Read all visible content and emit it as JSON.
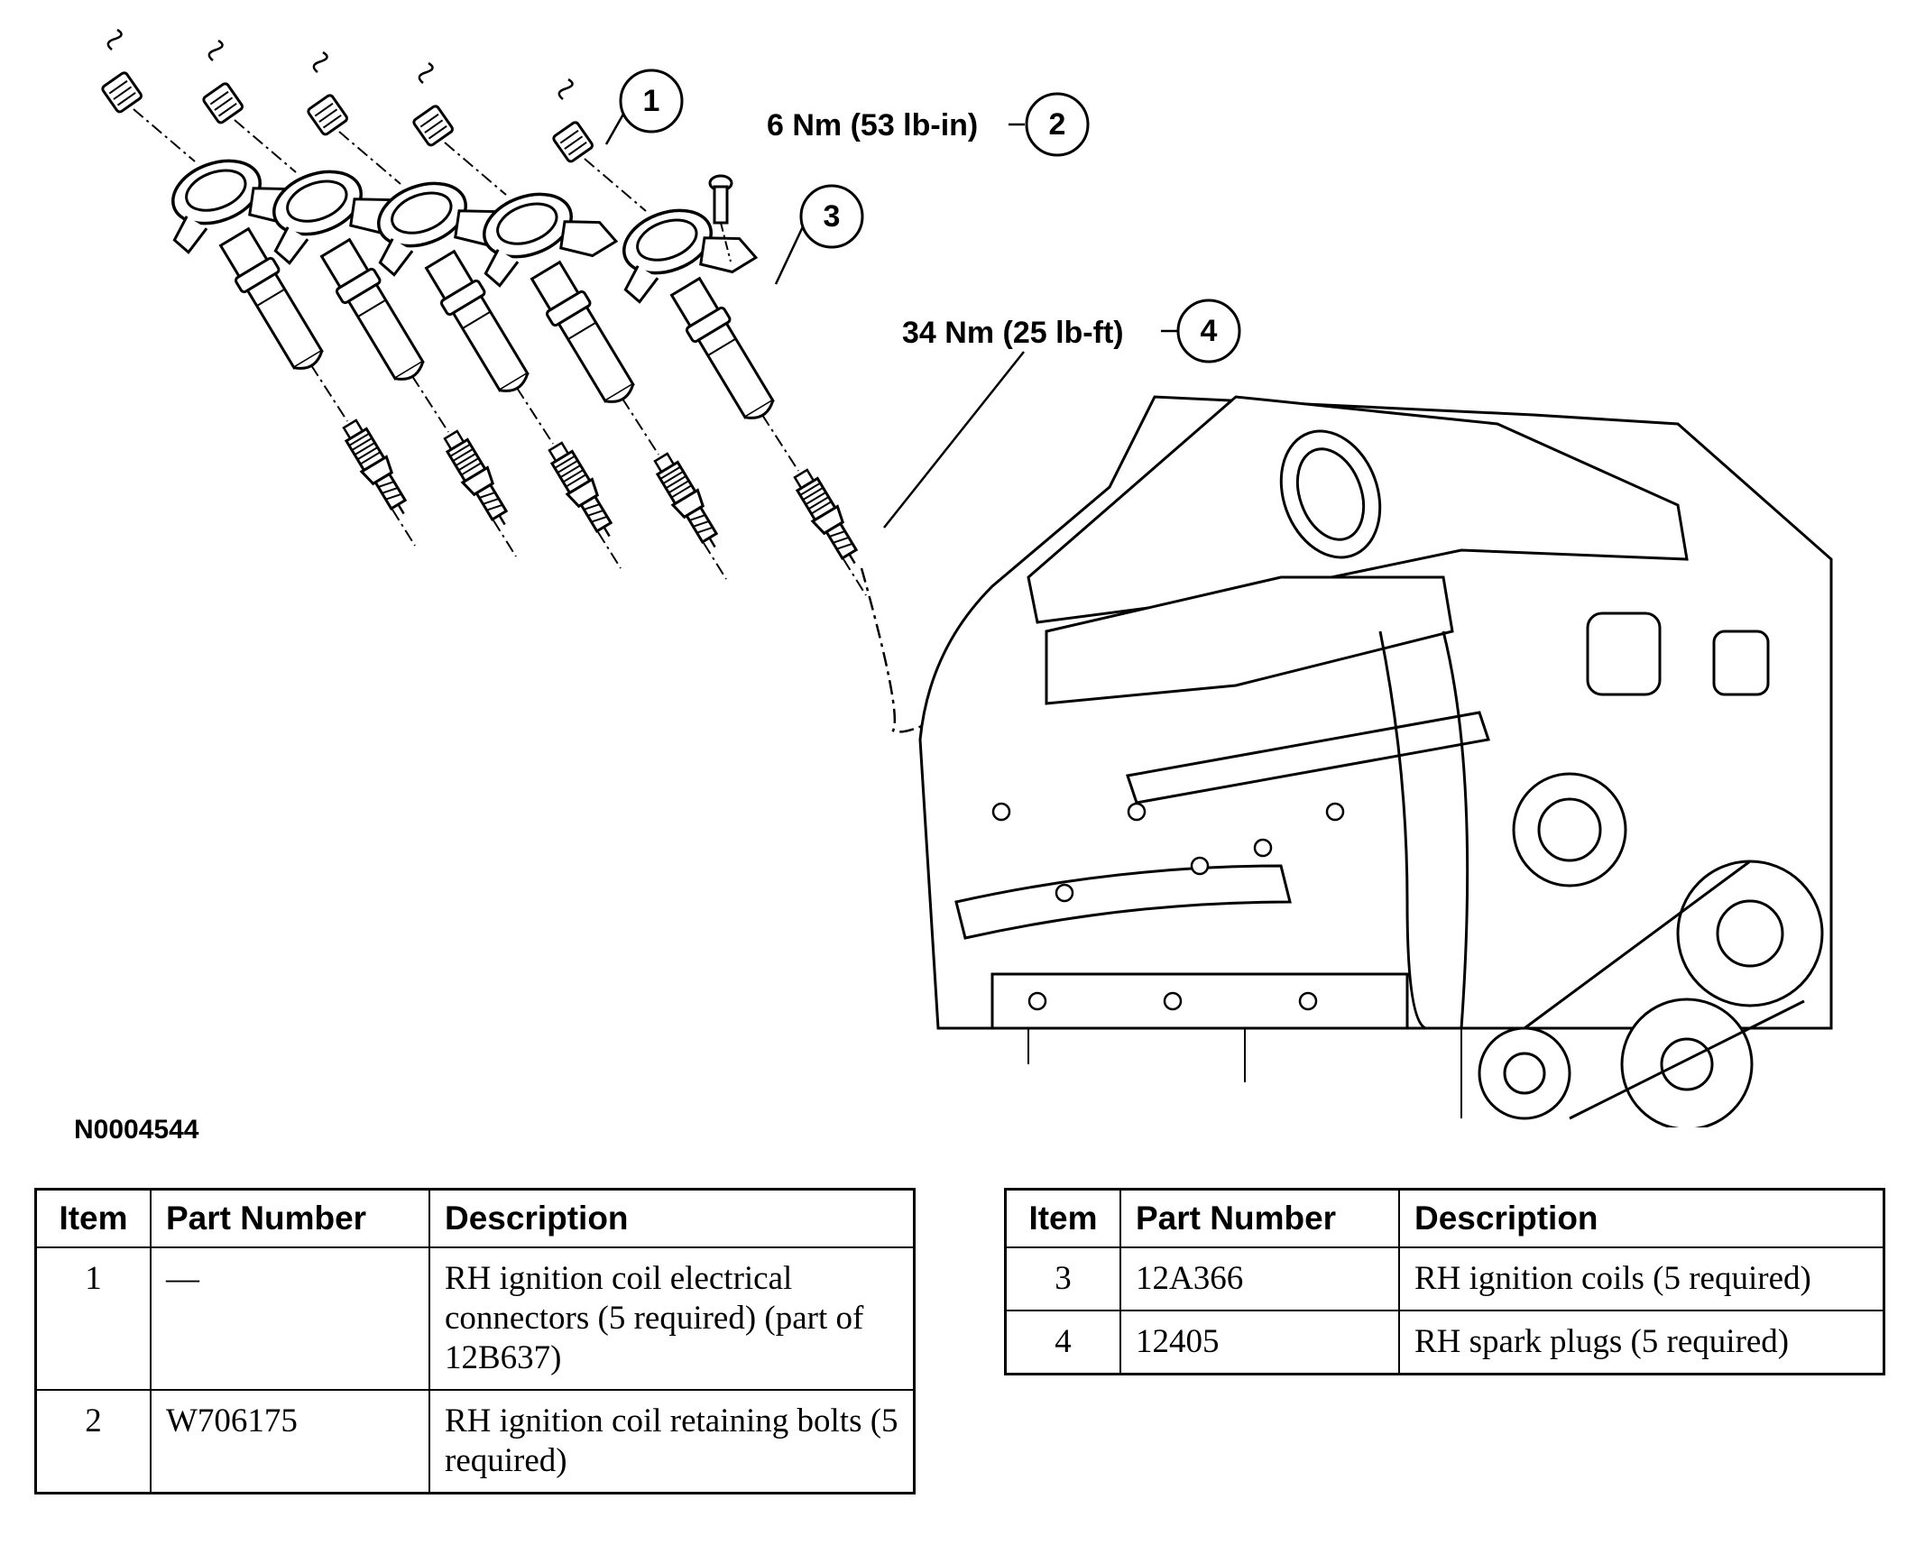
{
  "callouts": [
    {
      "number": "1",
      "label": ""
    },
    {
      "number": "2",
      "label": "6 Nm (53 lb-in)"
    },
    {
      "number": "3",
      "label": ""
    },
    {
      "number": "4",
      "label": "34 Nm (25 lb-ft)"
    }
  ],
  "figure_id": "N0004544",
  "tables": {
    "left": {
      "headers": {
        "item": "Item",
        "part": "Part Number",
        "description": "Description"
      },
      "rows": [
        {
          "item": "1",
          "part": "—",
          "description": "RH ignition coil electrical connectors (5 required) (part of 12B637)"
        },
        {
          "item": "2",
          "part": "W706175",
          "description": "RH ignition coil retaining bolts (5 required)"
        }
      ]
    },
    "right": {
      "headers": {
        "item": "Item",
        "part": "Part Number",
        "description": "Description"
      },
      "rows": [
        {
          "item": "3",
          "part": "12A366",
          "description": "RH ignition coils (5 required)"
        },
        {
          "item": "4",
          "part": "12405",
          "description": "RH spark plugs (5 required)"
        }
      ]
    }
  }
}
